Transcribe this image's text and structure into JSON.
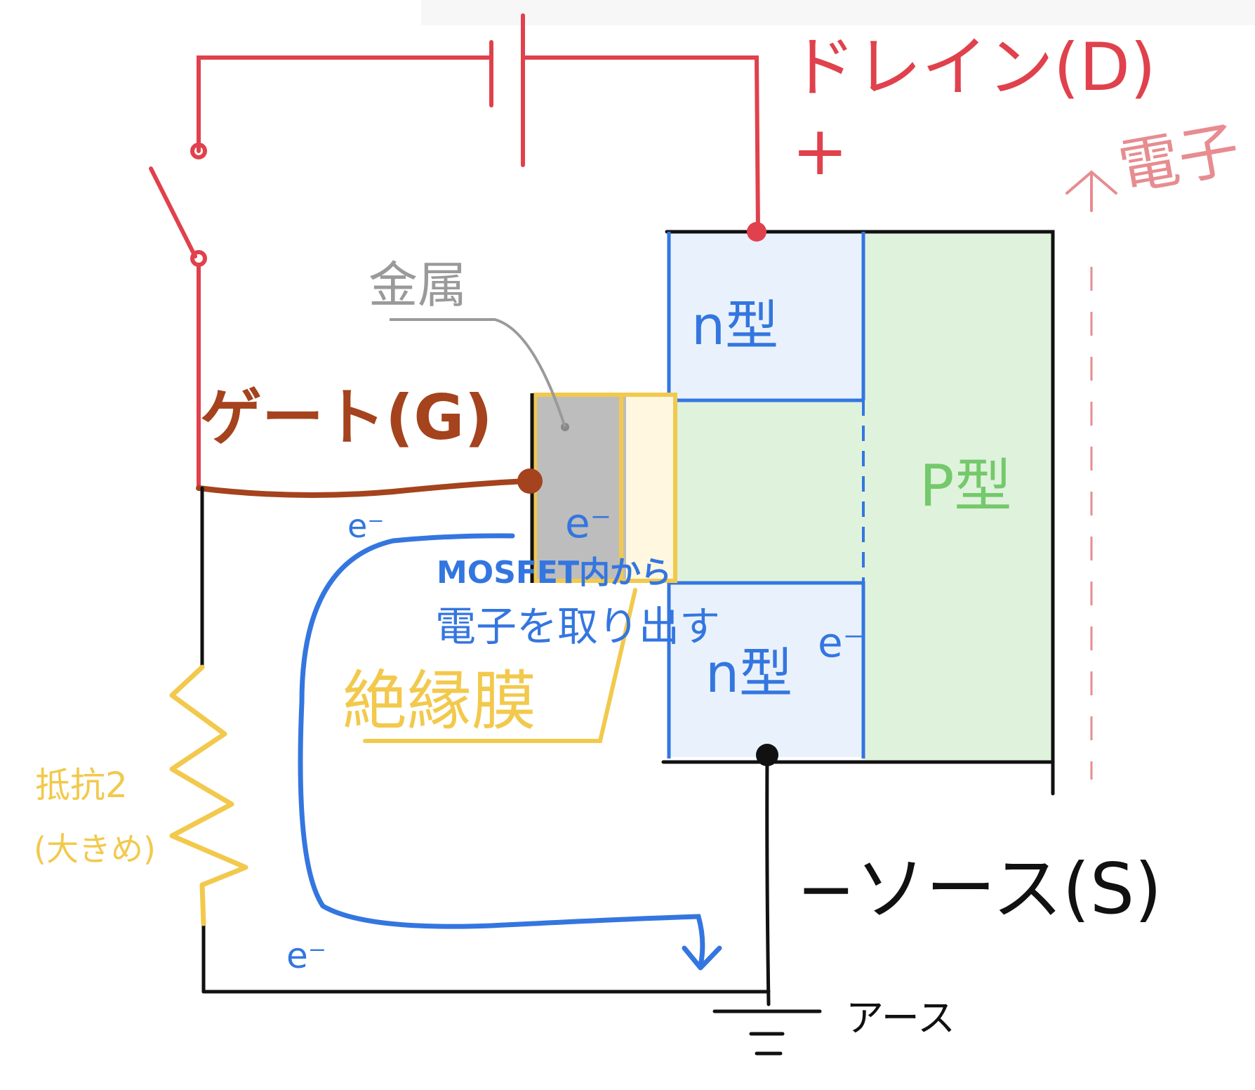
{
  "labels": {
    "drain": "ドレイン(D)",
    "drain_plus": "+",
    "electron_partial": "電子",
    "metal": "金属",
    "gate": "ゲート(G)",
    "n_type_top": "n型",
    "n_type_bottom": "n型",
    "p_type": "P型",
    "electron_gate": "e⁻",
    "electron_left": "e⁻",
    "electron_n": "e⁻",
    "electron_bottom": "e⁻",
    "extract_line1": "MOSFET内から",
    "extract_line2": "電子を取り出す",
    "insulator": "絶縁膜",
    "resistor_line1": "抵抗2",
    "resistor_line2": "(大きめ)",
    "source": "−ソース(S)",
    "ground": "アース"
  },
  "colors": {
    "circuit_red": "#e0414c",
    "gate_brown": "#a4431d",
    "blue": "#3476e0",
    "insulator_yellow": "#f2c94c",
    "metal_gray": "#bdbdbd",
    "p_green": "#74c96b",
    "pale_green": "#dff2dc",
    "pale_blue": "#e9f2fc",
    "pink_dash": "#e78c90",
    "black": "#111111"
  }
}
